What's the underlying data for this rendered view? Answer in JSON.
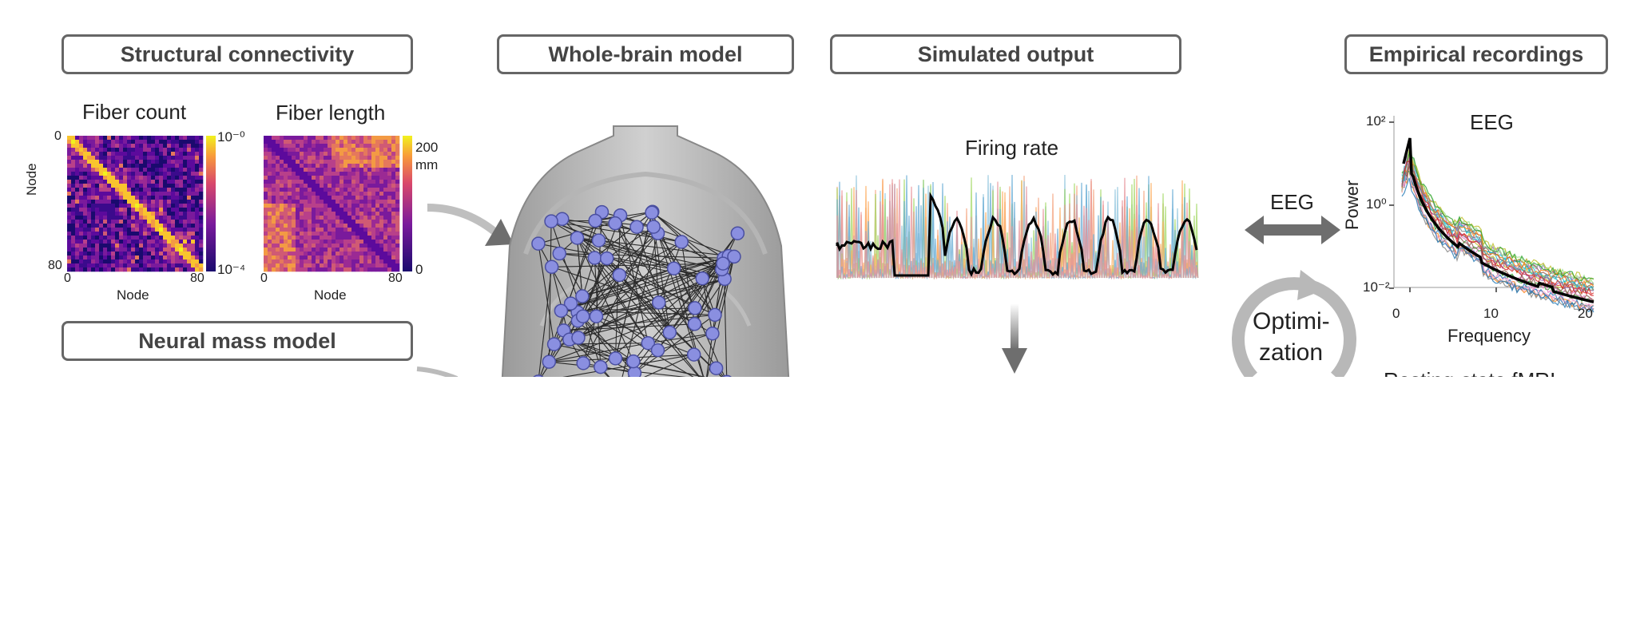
{
  "headers": {
    "structural": "Structural connectivity",
    "whole_brain": "Whole-brain model",
    "simulated": "Simulated output",
    "empirical": "Empirical recordings",
    "neural_mass": "Neural mass model"
  },
  "heatmap_fiber_count": {
    "title": "Fiber count",
    "xlabel": "Node",
    "ylabel": "Node",
    "tick_0": "0",
    "tick_80": "80",
    "y_tick_0": "0",
    "y_tick_80": "80",
    "colorbar_top": "10⁻⁰",
    "colorbar_bottom": "10⁻⁴"
  },
  "heatmap_fiber_length": {
    "title": "Fiber length",
    "xlabel": "Node",
    "tick_0": "0",
    "tick_80": "80",
    "colorbar_top": "200",
    "colorbar_unit": "mm",
    "colorbar_bottom": "0"
  },
  "firing": {
    "title": "Firing rate"
  },
  "eeg_arrow_label": "EEG",
  "optimization": {
    "line1": "Optimi-",
    "line2": "zation"
  },
  "eeg_chart": {
    "title": "EEG",
    "ylabel": "Power",
    "xlabel": "Frequency",
    "ytick_top": "10²",
    "ytick_mid": "10⁰",
    "ytick_bot": "10⁻²",
    "xticks": [
      "0",
      "10",
      "20"
    ]
  },
  "cut_text": "Resting-state fMRI",
  "colors": {
    "header_border": "#666666",
    "node_fill": "#8a8fe0",
    "arrow": "#6e6e6e",
    "optimization_ring": "#b8b8b8"
  }
}
